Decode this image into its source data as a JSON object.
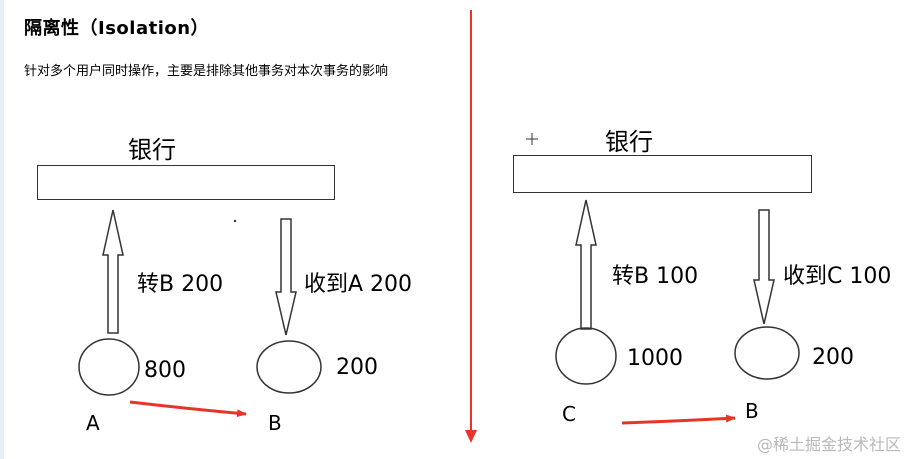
{
  "header": {
    "title": "隔离性（Isolation）",
    "subtitle": "针对多个用户同时操作，主要是排除其他事务对本次事务的影响"
  },
  "left_panel": {
    "bank_label": "银行",
    "up_arrow_label": "转B 200",
    "down_arrow_label": "收到A 200",
    "node1_value": "800",
    "node1_name": "A",
    "node2_value": "200",
    "node2_name": "B"
  },
  "right_panel": {
    "bank_label": "银行",
    "up_arrow_label": "转B  100",
    "down_arrow_label": "收到C  100",
    "node1_value": "1000",
    "node1_name": "C",
    "node2_value": "200",
    "node2_name": "B"
  },
  "watermark": "@稀土掘金技术社区",
  "colors": {
    "accent_red": "#e8352a",
    "stroke": "#333333"
  }
}
